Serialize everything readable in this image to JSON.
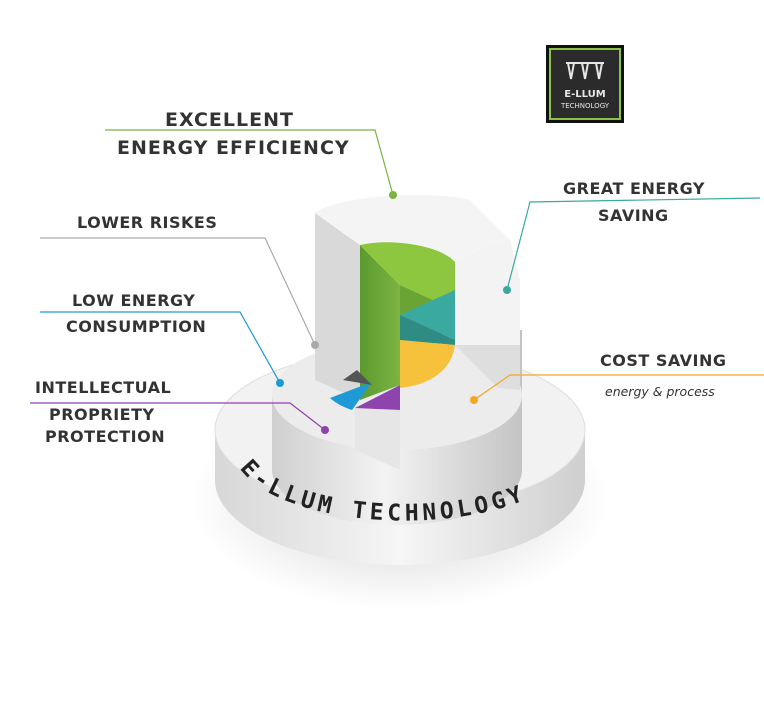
{
  "labels": {
    "excellent_line1": "EXCELLENT",
    "excellent_line2": "ENERGY EFFICIENCY",
    "great_line1": "GREAT ENERGY",
    "great_line2": "SAVING",
    "lower_risks": "LOWER RISKES",
    "low_energy_line1": "LOW ENERGY",
    "low_energy_line2": "CONSUMPTION",
    "intellectual_line1": "INTELLECTUAL",
    "intellectual_line2": "PROPRIETY",
    "intellectual_line3": "PROTECTION",
    "cost_saving": "COST SAVING",
    "cost_saving_sub": "energy & process"
  },
  "base_text": "E-LLUM TECHNOLOGY",
  "logo": {
    "icon": "e-llum-lamps-icon",
    "line1": "E-LLUM",
    "line2": "TECHNOLOGY"
  },
  "colors": {
    "excellent": "#7cb342",
    "great": "#3aa99f",
    "lower_risks": "#aaaaaa",
    "low_energy": "#1e9ad6",
    "intellectual": "#8e44ad",
    "cost_saving": "#f5a623",
    "logo_bg": "#2b2b2b",
    "logo_accent": "#8bc34a"
  }
}
